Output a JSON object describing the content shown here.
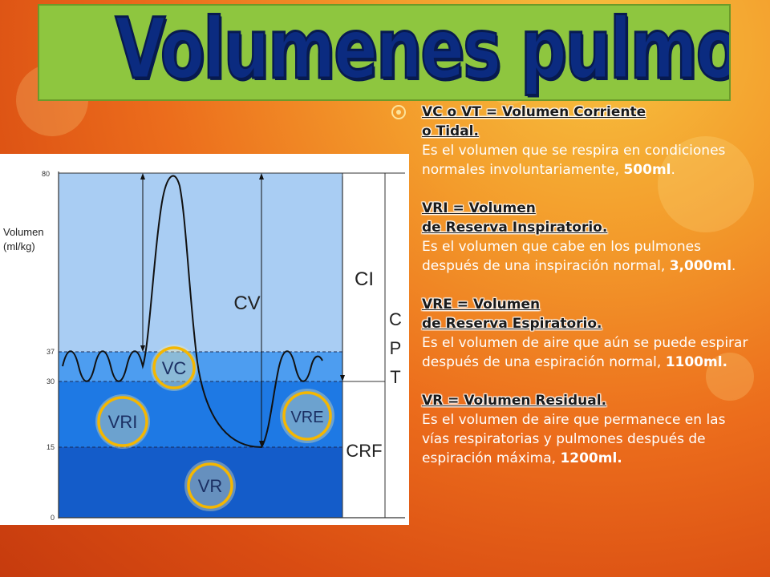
{
  "title": "Volumenes pulmonares",
  "chart": {
    "y_axis_label_1": "Volumen",
    "y_axis_label_2": "(ml/kg)",
    "y_ticks": [
      "80",
      "37",
      "30",
      "15",
      "0"
    ],
    "labels": {
      "vri": "VRI",
      "vc": "VC",
      "vre": "VRE",
      "vr": "VR",
      "cv": "CV",
      "ci": "CI",
      "crf": "CRF",
      "cpt_c": "C",
      "cpt_p": "P",
      "cpt_t": "T"
    },
    "colors": {
      "top_zone": "#a9cdf3",
      "vc_zone": "#4d9df0",
      "vre_zone": "#1e79e4",
      "vr_zone": "#145cc9",
      "ring": "#f5b700"
    }
  },
  "definitions": [
    {
      "term_1": "VC o VT = Volumen Corriente",
      "term_2": "o Tidal.",
      "desc": "Es el volumen que se respira en condiciones normales involuntariamente,",
      "amount": "500ml",
      "end": "."
    },
    {
      "term_1": "VRI = Volumen",
      "term_2": "de Reserva Inspiratorio.",
      "desc": "Es el volumen que cabe en los pulmones después de una inspiración normal,",
      "amount": "3,000ml",
      "end": "."
    },
    {
      "term_1": "VRE = Volumen",
      "term_2": "de Reserva Espiratorio.",
      "desc": "Es el volumen de aire que aún se puede espirar después de una espiración normal,",
      "amount": "1100ml.",
      "end": ""
    },
    {
      "term_1": "VR = Volumen Residual.",
      "term_2": "",
      "desc": "Es el volumen de aire que permanece en las vías respiratorias y pulmones después de espiración máxima,",
      "amount": "1200ml.",
      "end": ""
    }
  ]
}
